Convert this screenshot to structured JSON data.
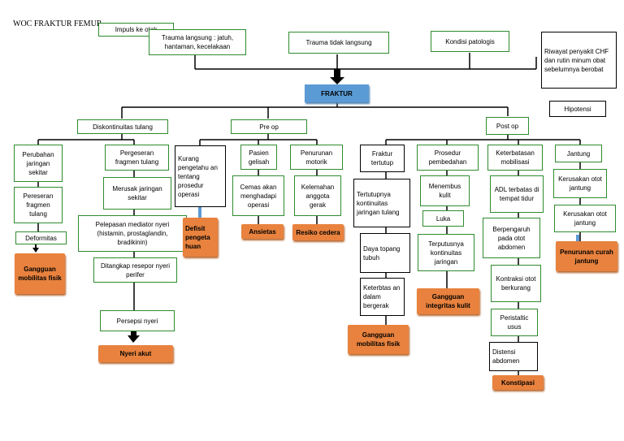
{
  "title": "WOC FRAKTUR FEMUR",
  "causes": {
    "impuls": "Impuls ke otak",
    "trauma_langsung": "Trauma langsung : jatuh, hantaman, kecelakaan",
    "trauma_tidak_langsung": "Trauma tidak langsung",
    "kondisi_patologis": "Kondisi patologis"
  },
  "riwayat": "Riwayat penyakit CHF dan rutin minum obat sebelumnya berobat",
  "hipotensi": "Hipotensi",
  "fraktur": "FRAKTUR",
  "branches": {
    "diskontinuitas": "Diskontinuitas tulang",
    "pre_op": "Pre op",
    "post_op": "Post op"
  },
  "diskontinuitas": {
    "perubahan": "Perubahan jaringan sekitar",
    "pergeseran_jaringan": "Pereseran fragmen tulang",
    "deformitas": "Deformitas",
    "gangguan_mobilitas": "Gangguan mobilitas fisik",
    "pergeseran_fragmen": "Pergeseran fragmen tulang",
    "merusak": "Merusak jaringan sekitar",
    "pelepasan": "Pelepasan mediator nyeri (histamin, prostaglandin, bradikinin)",
    "ditangkap": "Ditangkap resepor nyeri perifer",
    "persepsi": "Persepsi nyeri",
    "nyeri_akut": "Nyeri akut"
  },
  "pre_op": {
    "kurang": "Kurang pengetahu an tentang prosedur operasi",
    "defisit": "Defisit pengeta huan",
    "pasien": "Pasien gelisah",
    "cemas": "Cemas akan menghadapi operasi",
    "ansietas": "Ansietas",
    "penurunan_motorik": "Penurunan motorik",
    "kelemahan": "Kelemahan anggota gerak",
    "resiko": "Resiko cedera"
  },
  "post_op": {
    "fraktur_tertutup": "Fraktur tertutup",
    "tertutupnya": "Tertutupnya kontinuitas jaringan tulang",
    "daya": "Daya topang tubuh",
    "keterbatasan_gerak": "Keterbtas an dalam bergerak",
    "gangguan_mobilitas": "Gangguan mobilitas fisik",
    "prosedur": "Prosedur pembedahan",
    "menembus": "Menembus kulit",
    "luka": "Luka",
    "terputusnya": "Terputusnya kontinuitas jaringan",
    "gangguan_integritas": "Gangguan integritas kulit",
    "keterbatasan_mobilisasi": "Keterbatasan mobilisasi",
    "adl": "ADL terbatas di tempat tidur",
    "berpengaruh": "Berpengaruh pada otot abdomen",
    "kontraksi": "Kontraksi otot berkurang",
    "peristaltik": "Peristaltic usus",
    "distensi": "Distensi abdomen",
    "konstipasi": "Konstipasi",
    "jantung": "Jantung",
    "kerusakan1": "Kerusakan otot jantung",
    "kerusakan2": "Kerusakan otot jantung",
    "penurunan_curah": "Penurunan curah jantung"
  },
  "colors": {
    "box_border": "#2e8b2e",
    "outcome": "#e8823e",
    "fraktur": "#5b9bd5",
    "line": "#000000"
  }
}
